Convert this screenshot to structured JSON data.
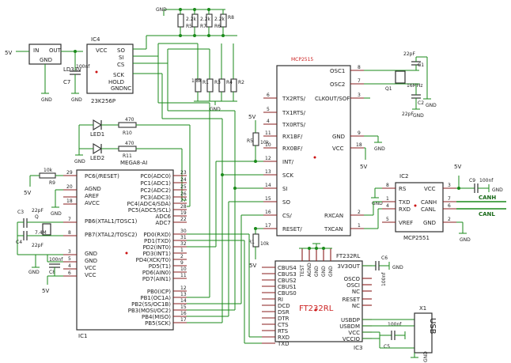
{
  "schematic": {
    "ic1": {
      "name": "IC1",
      "value": "MEGA8-AI",
      "left_pins": [
        {
          "num": "29",
          "label": "PC6(/RESET)"
        },
        {
          "num": "20",
          "label": "AGND"
        },
        {
          "num": "",
          "label": "AREF"
        },
        {
          "num": "18",
          "label": "AVCC"
        },
        {
          "num": "7",
          "label": "PB6(XTAL1/TOSC1)"
        },
        {
          "num": "8",
          "label": "PB7(XTAL2/TOSC2)"
        },
        {
          "num": "3",
          "label": "GND"
        },
        {
          "num": "5",
          "label": "GND"
        },
        {
          "num": "4",
          "label": "VCC"
        },
        {
          "num": "6",
          "label": "VCC"
        }
      ],
      "right_pins": [
        {
          "num": "23",
          "label": "PC0(ADC0)"
        },
        {
          "num": "24",
          "label": "PC1(ADC1)"
        },
        {
          "num": "25",
          "label": "PC2(ADC2)"
        },
        {
          "num": "26",
          "label": "PC3(ADC3)"
        },
        {
          "num": "27",
          "label": "PC4(ADC4/SDA)"
        },
        {
          "num": "28",
          "label": "PC5(ADC5/SCL)"
        },
        {
          "num": "19",
          "label": "ADC6"
        },
        {
          "num": "22",
          "label": "ADC7"
        },
        {
          "num": "30",
          "label": "PD0(RXD)"
        },
        {
          "num": "31",
          "label": "PD1(TXD)"
        },
        {
          "num": "32",
          "label": "PD2(INT0)"
        },
        {
          "num": "1",
          "label": "PD3(INT1)"
        },
        {
          "num": "2",
          "label": "PD4(XCK/T0)"
        },
        {
          "num": "9",
          "label": "PD5(T1)"
        },
        {
          "num": "10",
          "label": "PD6(AIN0)"
        },
        {
          "num": "11",
          "label": "PD7(AIN1)"
        },
        {
          "num": "12",
          "label": "PB0(ICP)"
        },
        {
          "num": "13",
          "label": "PB1(OC1A)"
        },
        {
          "num": "14",
          "label": "PB2(SS/OC1B)"
        },
        {
          "num": "15",
          "label": "PB3(MOSI/OC2)"
        },
        {
          "num": "16",
          "label": "PB4(MISO)"
        },
        {
          "num": "17",
          "label": "PB5(SCK)"
        }
      ]
    },
    "mcp2515": {
      "name": "MCP2515",
      "left_pins": [
        {
          "num": "6",
          "label": "TX2RTS/"
        },
        {
          "num": "5",
          "label": "TX1RTS/"
        },
        {
          "num": "4",
          "label": "TX0RTS/"
        },
        {
          "num": "11",
          "label": "RX1BF/"
        },
        {
          "num": "10",
          "label": "RX0BF/"
        },
        {
          "num": "12",
          "label": "INT/"
        },
        {
          "num": "13",
          "label": "SCK"
        },
        {
          "num": "14",
          "label": "SI"
        },
        {
          "num": "15",
          "label": "SO"
        },
        {
          "num": "16",
          "label": "CS/"
        },
        {
          "num": "17",
          "label": "RESET/"
        }
      ],
      "top_right": "CLKOUT/SOF",
      "right_pins": [
        {
          "num": "8",
          "label": "OSC1"
        },
        {
          "num": "7",
          "label": "OSC2"
        },
        {
          "num": "3",
          "label": ""
        },
        {
          "num": "9",
          "label": "GND"
        },
        {
          "num": "18",
          "label": "VCC"
        },
        {
          "num": "2",
          "label": "RXCAN"
        },
        {
          "num": "1",
          "label": "TXCAN"
        }
      ]
    },
    "ic2": {
      "name": "IC2",
      "value": "MCP2551",
      "left_pins": [
        {
          "num": "8",
          "label": "RS"
        },
        {
          "num": "1",
          "label": "TXD"
        },
        {
          "num": "4",
          "label": "RXD"
        },
        {
          "num": "5",
          "label": "VREF"
        }
      ],
      "right_pins": [
        {
          "num": "3",
          "label": "VCC"
        },
        {
          "num": "7",
          "label": "CANH"
        },
        {
          "num": "6",
          "label": "CANL"
        },
        {
          "num": "2",
          "label": "GND"
        }
      ]
    },
    "ic3": {
      "name": "IC3",
      "value": "FT232RL",
      "top_label": "FT232RL",
      "top_pins": [
        "TEST",
        "AGND",
        "GND",
        "GND",
        "GND"
      ],
      "left_pins": [
        {
          "num": "",
          "label": "CBUS4"
        },
        {
          "num": "",
          "label": "CBUS3"
        },
        {
          "num": "",
          "label": "CBUS2"
        },
        {
          "num": "",
          "label": "CBUS1"
        },
        {
          "num": "",
          "label": "CBUS0"
        },
        {
          "num": "",
          "label": "RI"
        },
        {
          "num": "",
          "label": "DCD"
        },
        {
          "num": "",
          "label": "DSR"
        },
        {
          "num": "",
          "label": "DTR"
        },
        {
          "num": "",
          "label": "CTS"
        },
        {
          "num": "",
          "label": "RTS"
        },
        {
          "num": "",
          "label": "RXD"
        },
        {
          "num": "",
          "label": "TXD"
        }
      ],
      "right_pins": [
        {
          "num": "",
          "label": "3V3OUT"
        },
        {
          "num": "",
          "label": "OSCO"
        },
        {
          "num": "",
          "label": "OSCI"
        },
        {
          "num": "",
          "label": "NC"
        },
        {
          "num": "",
          "label": "RESET"
        },
        {
          "num": "",
          "label": "NC"
        },
        {
          "num": "",
          "label": "USBDP"
        },
        {
          "num": "",
          "label": "USBDM"
        },
        {
          "num": "",
          "label": "VCC"
        },
        {
          "num": "",
          "label": "VCCIO"
        }
      ]
    },
    "ic4": {
      "name": "IC4",
      "value": "23K256P",
      "left_pin": "VCC",
      "right_pins": [
        "SO",
        "SI",
        "CS",
        "SCK",
        "HOLD",
        "GND",
        "NC"
      ]
    },
    "reg": {
      "name": "LD33V",
      "in": "IN",
      "out": "OUT",
      "gnd": "GND"
    },
    "parts": {
      "c7": "C7",
      "c7_val": "100nf",
      "r10": "R10",
      "r10_val": "470",
      "r11": "R11",
      "r11_val": "470",
      "led1": "LED1",
      "led2": "LED2",
      "r9": "R9",
      "r9_val": "10k",
      "c3": "C3",
      "c3_val": "22pF",
      "c4": "C4",
      "c4_val": "22pF",
      "q": "Q",
      "q_val": "7.4M",
      "c8": "C8",
      "c8_val": "100nf",
      "r5": "R5",
      "r5_val": "10k",
      "r1": "R1",
      "r1_val": "10k",
      "r_top": [
        "R5",
        "R7",
        "R6",
        "R8"
      ],
      "r_top_val": "2.2k",
      "r_mid": [
        "R1",
        "R3",
        "R4",
        "R2"
      ],
      "r_mid_val": "1.8k",
      "q1": "Q1",
      "q1_val": "16MHz",
      "c1": "C1",
      "c2": "C2",
      "c_val": "22pF",
      "c9": "C9",
      "c9_val": "100nf",
      "c6": "C6",
      "c6_val": "100nf",
      "c5": "C5",
      "c5_val": "100nf",
      "x1": "X1",
      "usb": "USB",
      "canh": "CANH",
      "canl": "CANL",
      "five_v": "5V",
      "gnd": "GND"
    }
  }
}
